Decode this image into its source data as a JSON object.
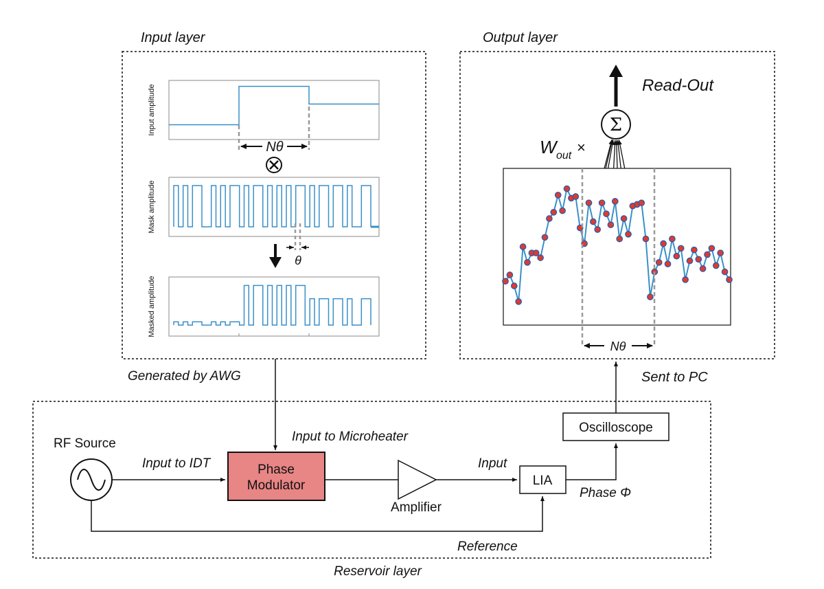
{
  "input_layer": {
    "title": "Input layer",
    "caption": "Generated by AWG",
    "plots": {
      "input_ylabel": "Input amplitude",
      "mask_ylabel": "Mask amplitude",
      "masked_ylabel": "Masked amplitude"
    },
    "n_theta": "Nθ",
    "theta": "θ",
    "times_symbol": "⊗"
  },
  "output_layer": {
    "title": "Output layer",
    "readout": "Read-Out",
    "sum_symbol": "Σ",
    "weights_main": "W",
    "weights_sub": "out",
    "weights_times": "×",
    "n_theta": "Nθ",
    "caption": "Sent to PC"
  },
  "reservoir_layer": {
    "title": "Reservoir layer",
    "rf_source": "RF Source",
    "input_to_idt": "Input to IDT",
    "input_to_microheater": "Input to Microheater",
    "phase_modulator_line1": "Phase",
    "phase_modulator_line2": "Modulator",
    "amplifier": "Amplifier",
    "input": "Input",
    "lia": "LIA",
    "phase": "Phase Φ",
    "oscilloscope": "Oscilloscope",
    "reference": "Reference"
  },
  "colors": {
    "signal": "#3a8fc8",
    "dot_fill": "#e03a2e",
    "dot_stroke": "#2a5caa",
    "phase_modulator_fill": "#e88585",
    "dashed_marker": "#9a9a9a"
  },
  "chart_data": [
    {
      "type": "line",
      "name": "input amplitude",
      "steps": [
        0.25,
        0.9,
        0.6
      ]
    },
    {
      "type": "line",
      "name": "output response",
      "values": [
        0.28,
        0.32,
        0.25,
        0.15,
        0.5,
        0.4,
        0.46,
        0.46,
        0.43,
        0.56,
        0.68,
        0.72,
        0.83,
        0.73,
        0.87,
        0.81,
        0.82,
        0.62,
        0.52,
        0.78,
        0.66,
        0.61,
        0.78,
        0.71,
        0.64,
        0.79,
        0.55,
        0.68,
        0.58,
        0.76,
        0.77,
        0.78,
        0.55,
        0.18,
        0.34,
        0.4,
        0.52,
        0.39,
        0.55,
        0.44,
        0.49,
        0.29,
        0.41,
        0.48,
        0.42,
        0.36,
        0.45,
        0.49,
        0.38,
        0.46,
        0.34,
        0.29
      ]
    }
  ]
}
